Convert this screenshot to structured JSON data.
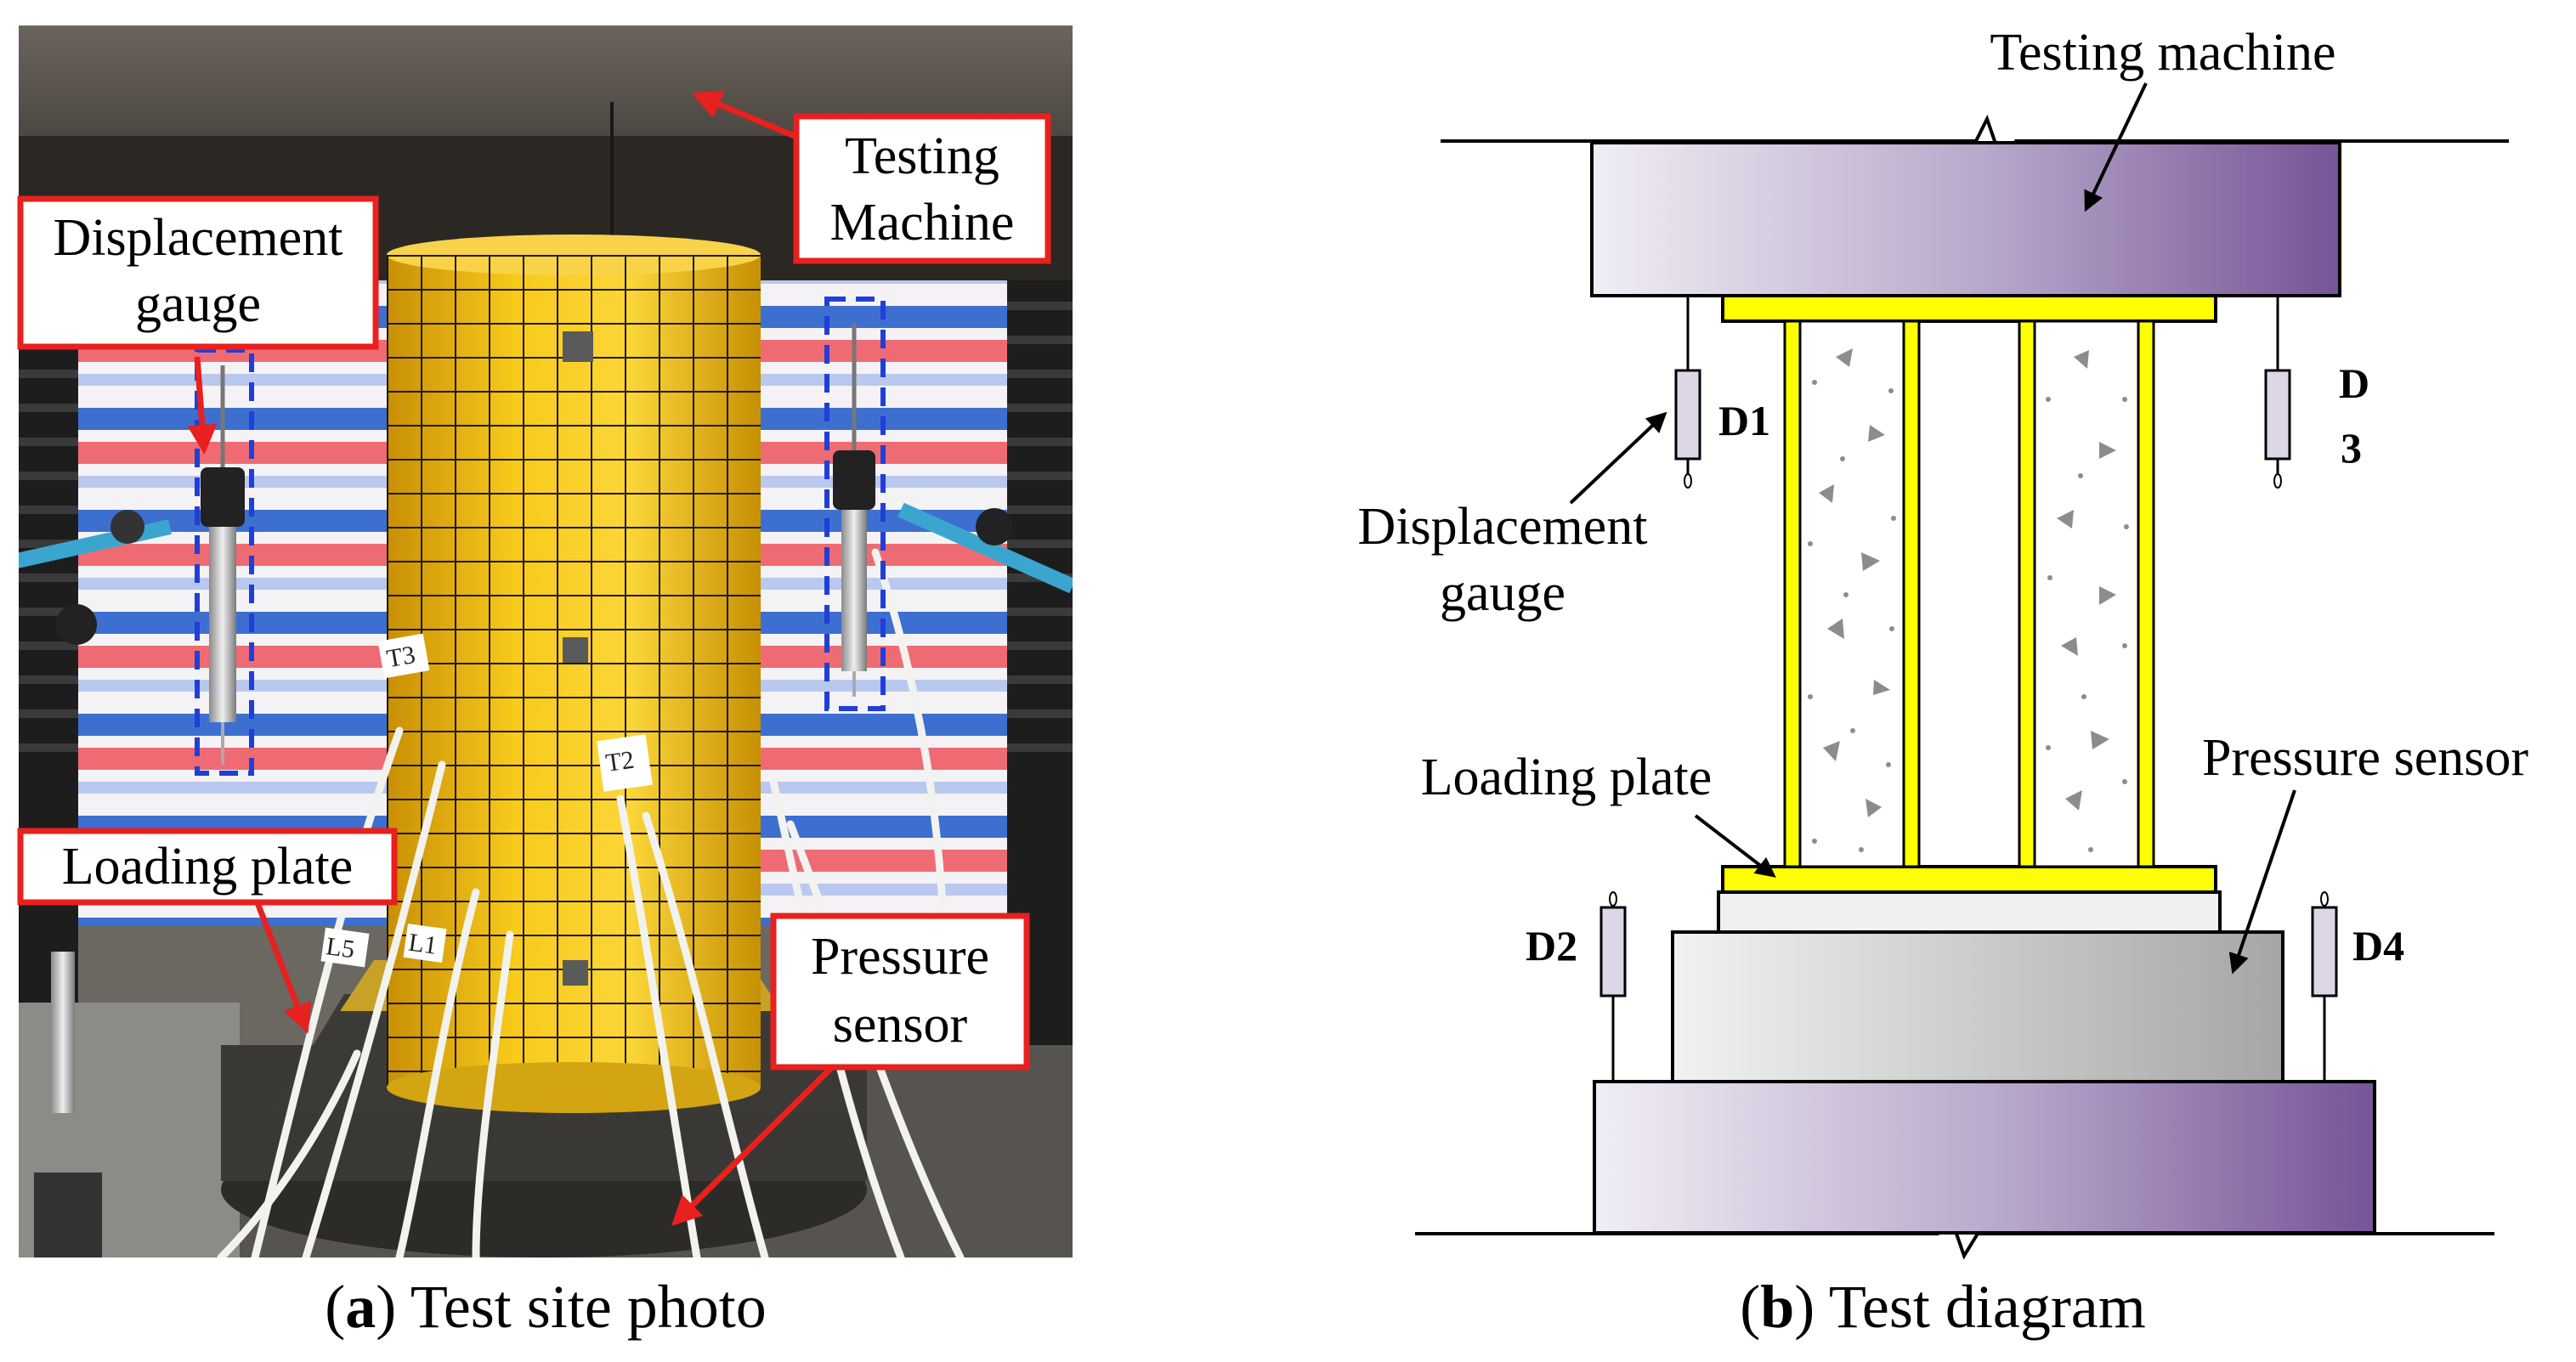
{
  "panel_a": {
    "caption_letter": "a",
    "caption_text": " Test site photo",
    "callouts": {
      "testing_machine": [
        "Testing",
        "Machine"
      ],
      "displacement_gauge": [
        "Displacement",
        "gauge"
      ],
      "loading_plate": "Loading plate",
      "pressure_sensor": [
        "Pressure",
        "sensor"
      ]
    },
    "specimen_tags": [
      "T3",
      "T2",
      "L5",
      "L1"
    ]
  },
  "panel_b": {
    "caption_letter": "b",
    "caption_text": " Test diagram",
    "labels": {
      "testing_machine": "Testing machine",
      "displacement_gauge": [
        "Displacement",
        "gauge"
      ],
      "loading_plate": "Loading plate",
      "pressure_sensor": "Pressure sensor",
      "d1": "D1",
      "d2": "D2",
      "d3": [
        "D",
        "3"
      ],
      "d4": "D4"
    }
  },
  "colors": {
    "callout_red": "#e8201e",
    "gauge_box_blue": "#1f3fd8",
    "specimen_yellow": "#f6c518",
    "machine_violet": "#7a5a9e",
    "plate_yellow": "#ffff00"
  }
}
